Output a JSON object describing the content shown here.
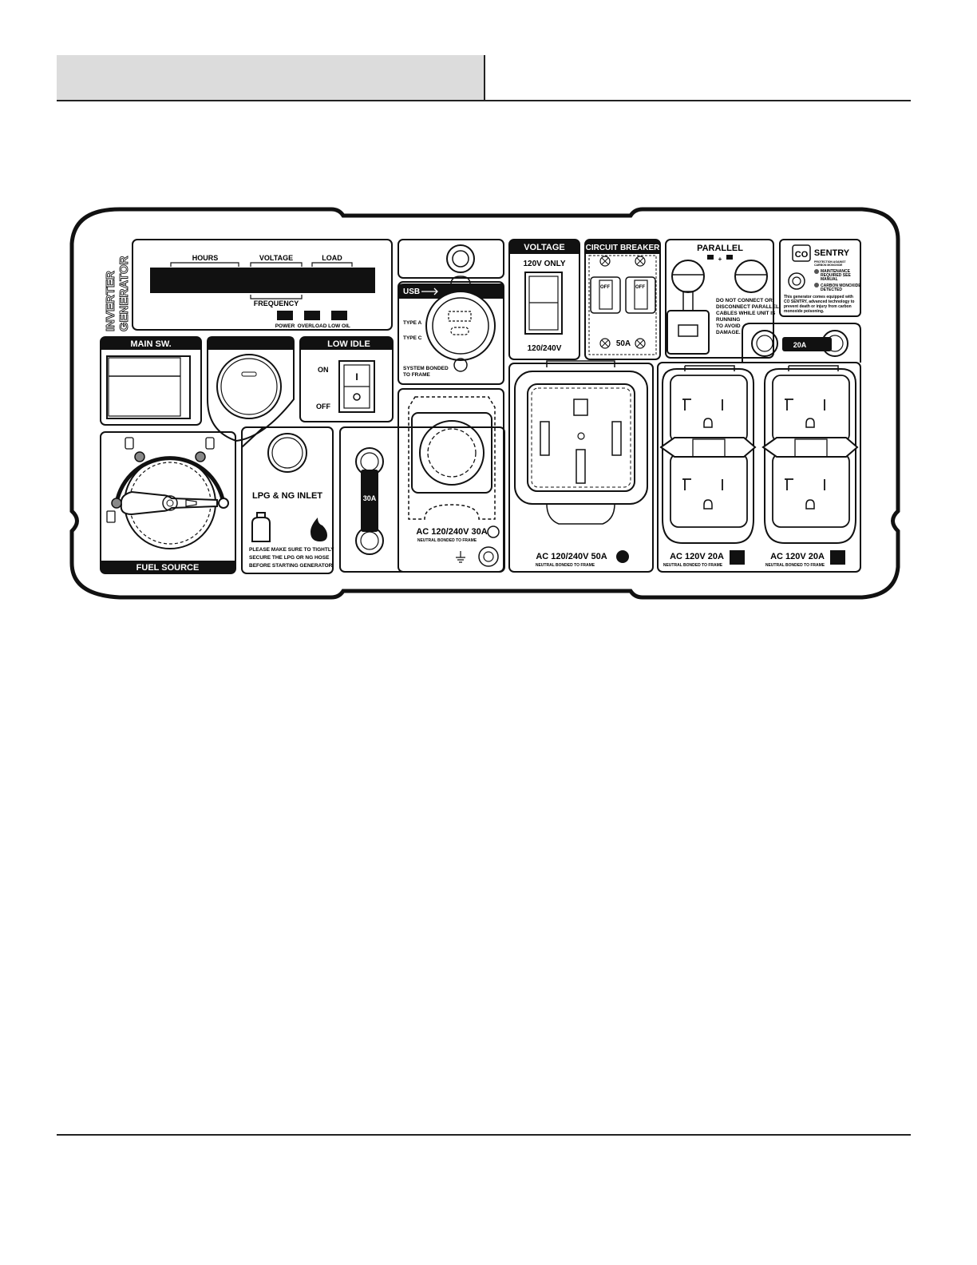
{
  "header": {
    "title": ""
  },
  "panel": {
    "brand": {
      "line1": "INVERTER",
      "line2": "GENERATOR"
    },
    "display": {
      "hours": "HOURS",
      "voltage": "VOLTAGE",
      "load": "LOAD",
      "frequency": "FREQUENCY",
      "indicators": [
        "POWER",
        "OVERLOAD",
        "LOW OIL"
      ]
    },
    "usb": {
      "label": "USB",
      "type_a": "TYPE A",
      "type_c": "TYPE C",
      "bonded1": "SYSTEM BONDED",
      "bonded2": "TO FRAME"
    },
    "voltage_switch": {
      "title": "VOLTAGE",
      "top": "120V ONLY",
      "bottom": "120/240V"
    },
    "breaker": {
      "title": "CIRCUIT BREAKER",
      "off1": "OFF",
      "off2": "OFF",
      "rating": "50A"
    },
    "parallel": {
      "title": "PARALLEL",
      "warning": [
        "DO NOT CONNECT OR",
        "DISCONNECT PARALLEL",
        "CABLES WHILE UNIT IS",
        "RUNNING",
        "TO AVOID",
        "DAMAGE."
      ]
    },
    "cosentry": {
      "co": "CO",
      "sentry": "SENTRY",
      "tagline1": "PROTECTION AGAINST",
      "tagline2": "CARBON MONOXIDE",
      "maint": [
        "MAINTENANCE",
        "REQUIRED SEE",
        "MANUAL"
      ],
      "detect": [
        "CARBON MONOXIDE",
        "DETECTED"
      ],
      "desc": [
        "This generator comes equipped with",
        "CO SENTRY, advanced technology to",
        "prevent death or injury from carbon",
        "monoxide poisoning."
      ]
    },
    "main_switch": {
      "title": "MAIN SW."
    },
    "low_idle": {
      "title": "LOW IDLE",
      "on": "ON",
      "off": "OFF",
      "i": "I"
    },
    "fuel_source": {
      "title": "FUEL SOURCE"
    },
    "lpg_inlet": {
      "title": "LPG & NG INLET",
      "note": [
        "PLEASE MAKE SURE TO TIGHTLY",
        "SECURE THE LPG OR NG HOSE",
        "BEFORE STARTING GENERATOR"
      ]
    },
    "breaker_30a": "30A",
    "breaker_20a": "20A",
    "outlets": [
      {
        "label": "AC 120/240V 30A",
        "sub": "NEUTRAL BONDED TO FRAME"
      },
      {
        "label": "AC 120/240V 50A",
        "sub": "NEUTRAL BONDED TO FRAME"
      },
      {
        "label": "AC 120V 20A",
        "sub": "NEUTRAL BONDED TO FRAME"
      },
      {
        "label": "AC 120V 20A",
        "sub": "NEUTRAL BONDED TO FRAME"
      }
    ]
  }
}
